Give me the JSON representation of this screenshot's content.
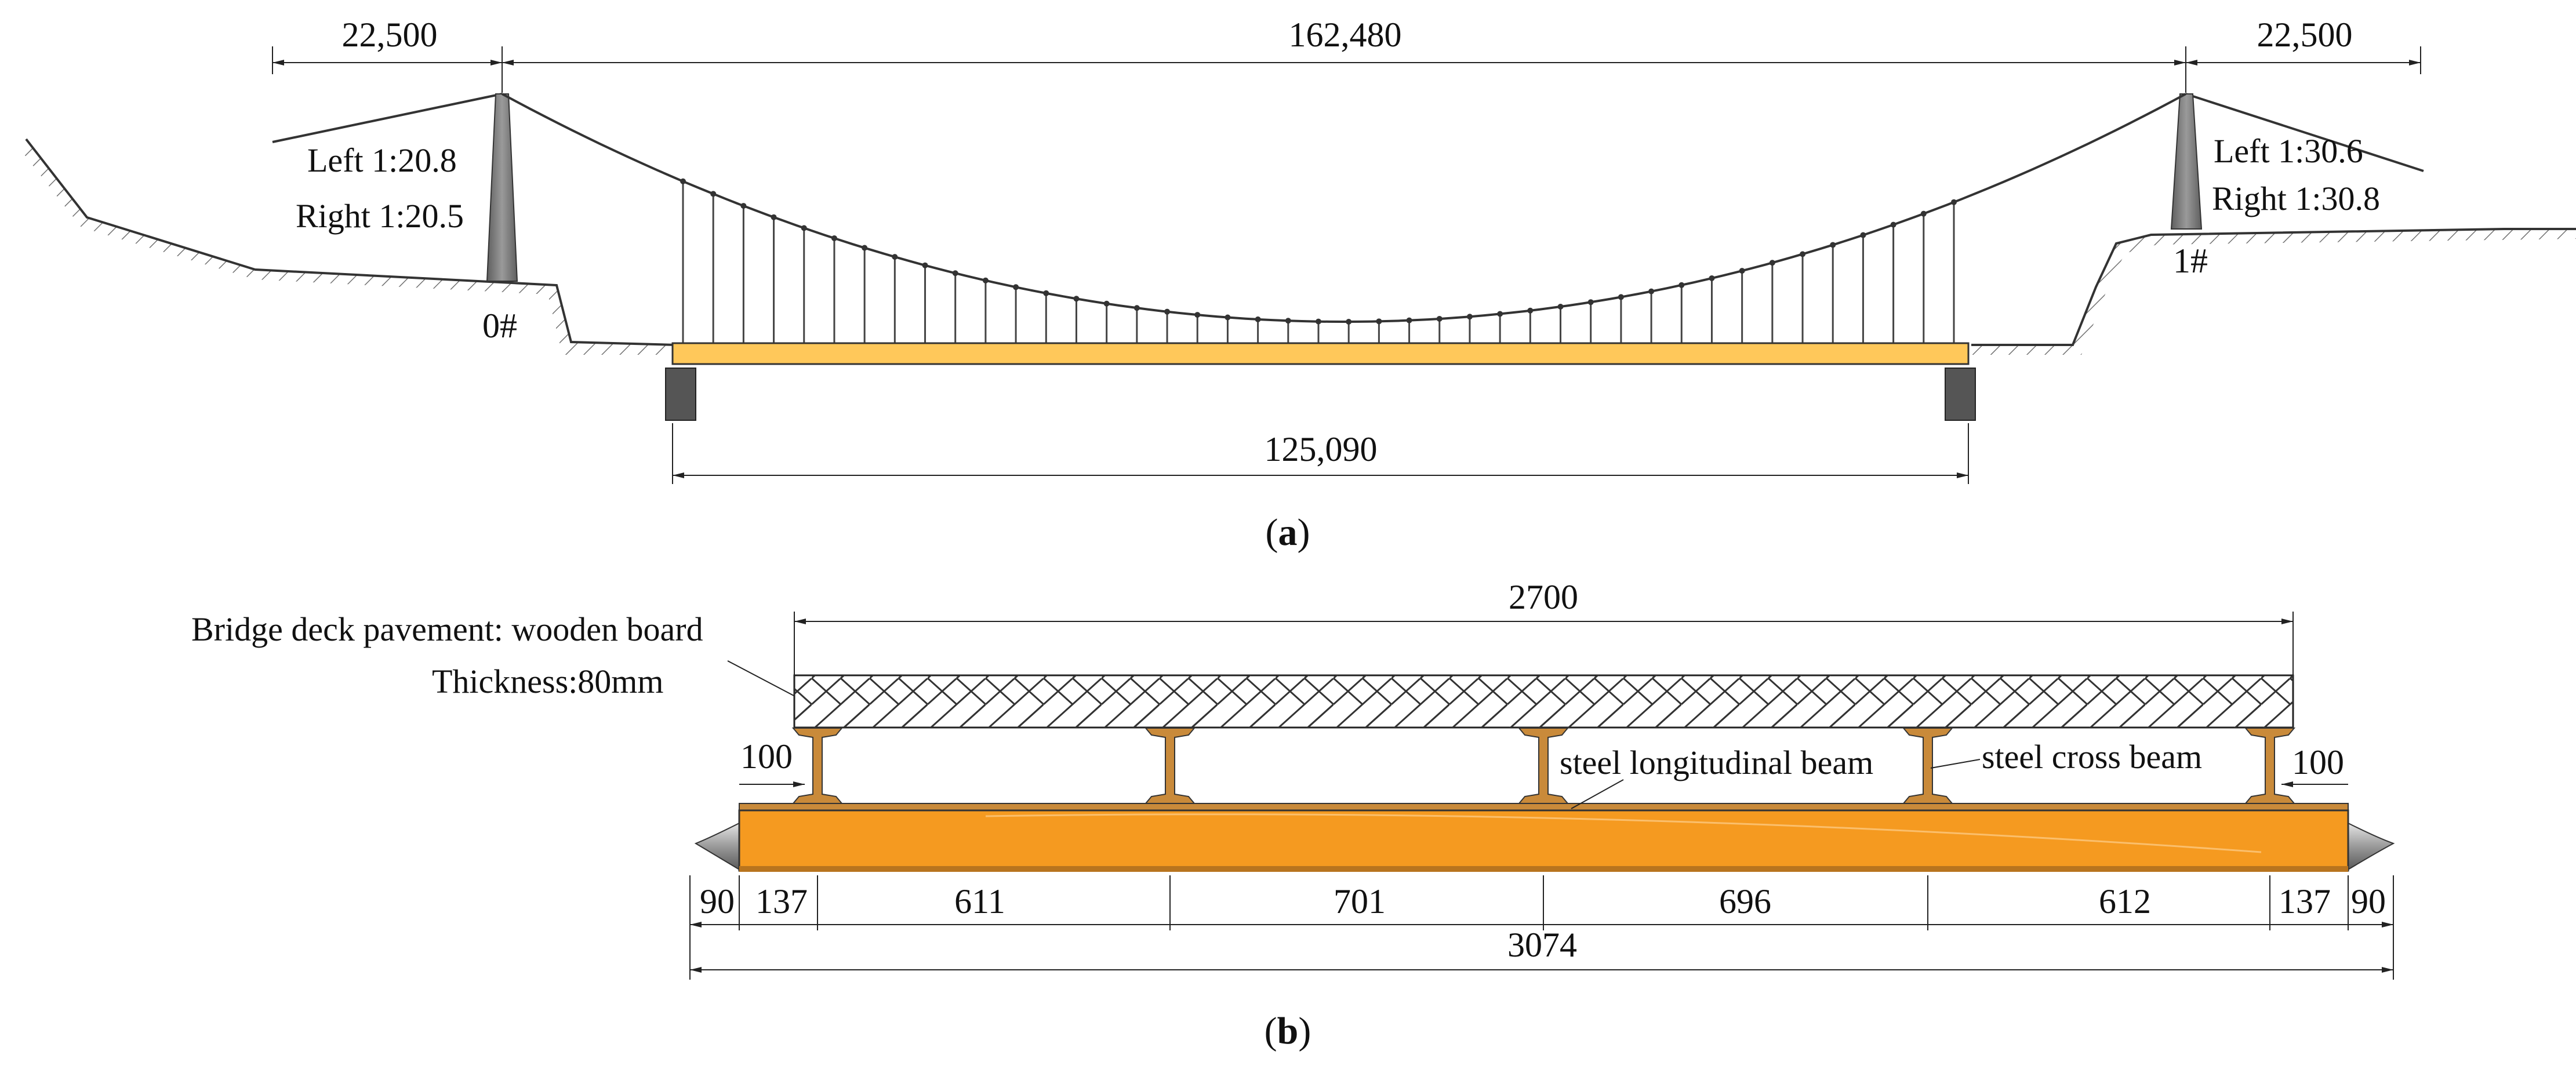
{
  "panel_a": {
    "dim_left_span": "22,500",
    "dim_main_span": "162,480",
    "dim_right_span": "22,500",
    "dim_deck": "125,090",
    "left_tower_label": "0#",
    "right_tower_label": "1#",
    "left_tower_slopes": [
      "Left 1:20.8",
      "Right 1:20.5"
    ],
    "right_tower_slopes": [
      "Left 1:30.6",
      "Right 1:30.8"
    ],
    "caption_open": "(",
    "caption_letter": "a",
    "caption_close": ")"
  },
  "panel_b": {
    "dim_width": "2700",
    "pavement_label_line1": "Bridge deck pavement: wooden board",
    "pavement_label_line2": "Thickness:80mm",
    "dim_left_edge": "100",
    "dim_right_edge": "100",
    "longitudinal_beam_label": "steel longitudinal beam",
    "cross_beam_label": "steel cross beam",
    "segments": [
      "90",
      "137",
      "611",
      "701",
      "696",
      "612",
      "137",
      "90"
    ],
    "dim_total": "3074",
    "caption_open": "(",
    "caption_letter": "b",
    "caption_close": ")"
  },
  "colors": {
    "deck": "#FFC85A",
    "beam": "#F59A20",
    "abutment": "#555555",
    "tower": "#7A7A7A",
    "steel": "#C98A3A"
  }
}
